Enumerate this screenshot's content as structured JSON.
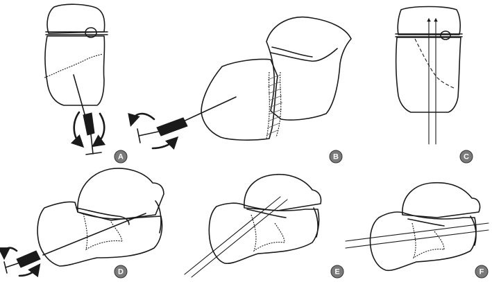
{
  "panels": [
    {
      "id": "A",
      "label": "A"
    },
    {
      "id": "B",
      "label": "B"
    },
    {
      "id": "C",
      "label": "C"
    },
    {
      "id": "D",
      "label": "D"
    },
    {
      "id": "E",
      "label": "E"
    },
    {
      "id": "F",
      "label": "F"
    }
  ],
  "colors": {
    "line": "#1a1a1a",
    "badge_fill": "#7a7a7a",
    "badge_text": "#ffffff",
    "background": "#ffffff"
  }
}
